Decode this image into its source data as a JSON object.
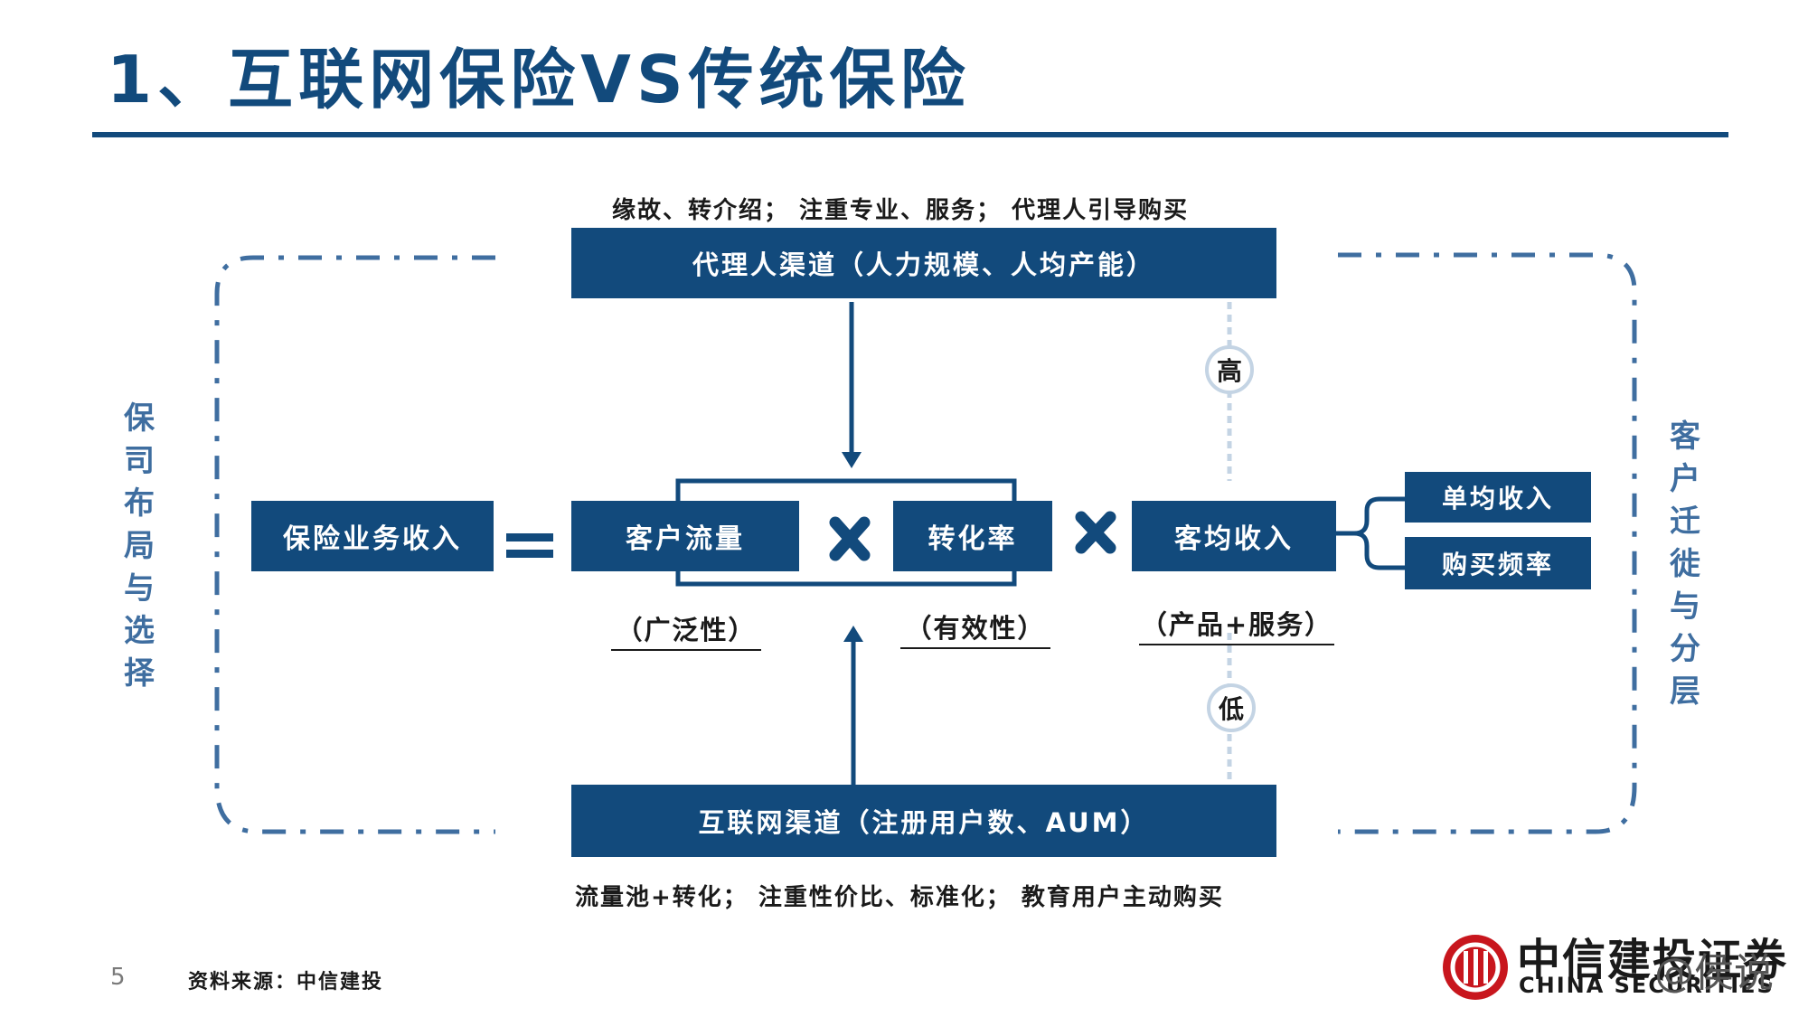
{
  "title": "1、互联网保险VS传统保险",
  "page_number": "5",
  "source": "资料来源：中信建投",
  "agent_channel": {
    "label": "代理人渠道（人力规模、人均产能）",
    "caption": "缘故、转介绍；  注重专业、服务；  代理人引导购买"
  },
  "internet_channel": {
    "label": "互联网渠道（注册用户数、AUM）",
    "caption": "流量池+转化；  注重性价比、标准化；  教育用户主动购买"
  },
  "formula": {
    "revenue": "保险业务收入",
    "traffic": "客户流量",
    "conversion": "转化率",
    "arpu": "客均收入",
    "traffic_note": "（广泛性）",
    "conversion_note": "（有效性）",
    "arpu_note": "（产品+服务）",
    "arpu_components": [
      "单均收入",
      "购买频率"
    ]
  },
  "scale": {
    "high": "高",
    "low": "低"
  },
  "side_labels": {
    "left": "保司布局与选择",
    "right": "客户迁徙与分层"
  },
  "logo": {
    "name_cn": "中信建投证券",
    "name_en": "CHINA SECURITIES"
  },
  "watermark": "@侯说",
  "colors": {
    "primary": "#124a7c",
    "accent_light": "#3f6ea0",
    "scale_line": "#c4d4e4",
    "logo_red": "#c8161d"
  }
}
